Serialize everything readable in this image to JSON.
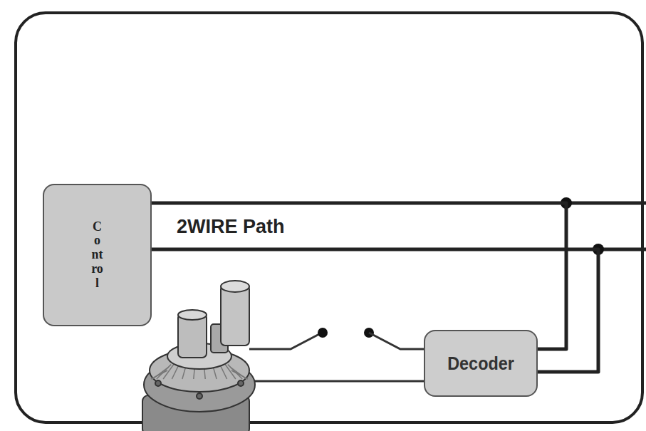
{
  "diagram": {
    "nodes": [
      {
        "text": [
          "Control"
        ]
      },
      {
        "text": [
          "Decoder"
        ]
      }
    ],
    "edges": [
      {
        "from": 0,
        "to": 1,
        "arrow": "none"
      },
      {
        "from": 0,
        "to": 1,
        "arrow": "none"
      }
    ],
    "labels": [
      "2WIRE Path"
    ]
  }
}
